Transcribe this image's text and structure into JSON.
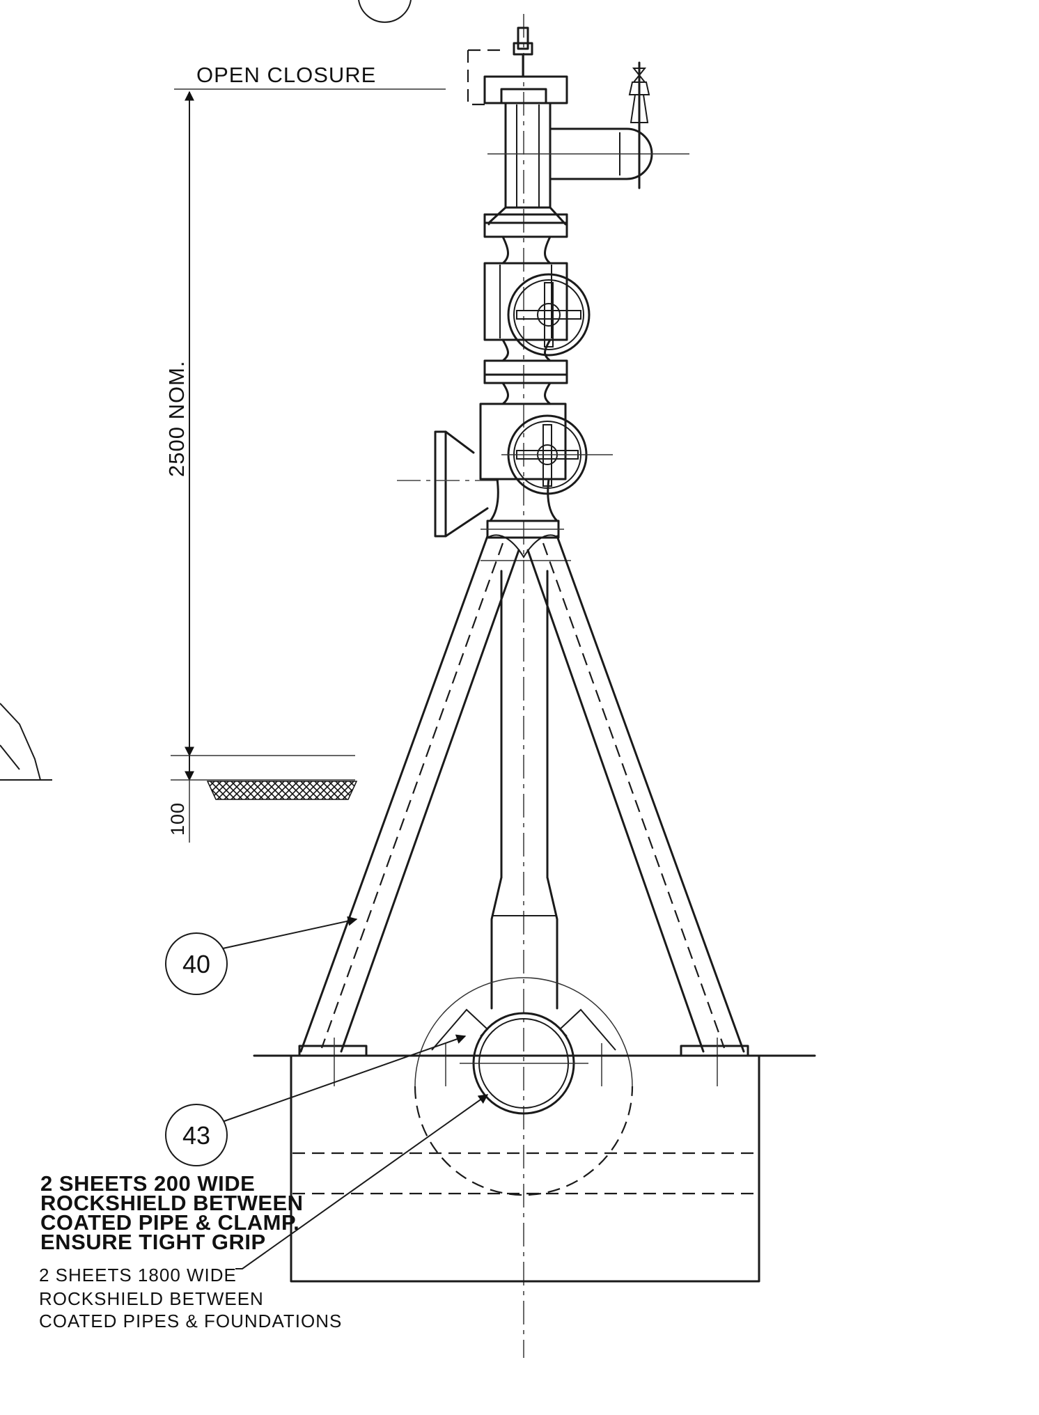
{
  "labels": {
    "open_closure": "OPEN CLOSURE",
    "dim_height": "2500 NOM.",
    "dim_depth": "100"
  },
  "balloons": {
    "b40": "40",
    "b43": "43"
  },
  "notes": {
    "note_a": [
      "2 SHEETS 200 WIDE",
      "ROCKSHIELD BETWEEN",
      "COATED PIPE & CLAMP.",
      "ENSURE TIGHT GRIP"
    ],
    "note_b": [
      "2 SHEETS 1800 WIDE",
      "ROCKSHIELD BETWEEN",
      "COATED PIPES & FOUNDATIONS"
    ]
  }
}
